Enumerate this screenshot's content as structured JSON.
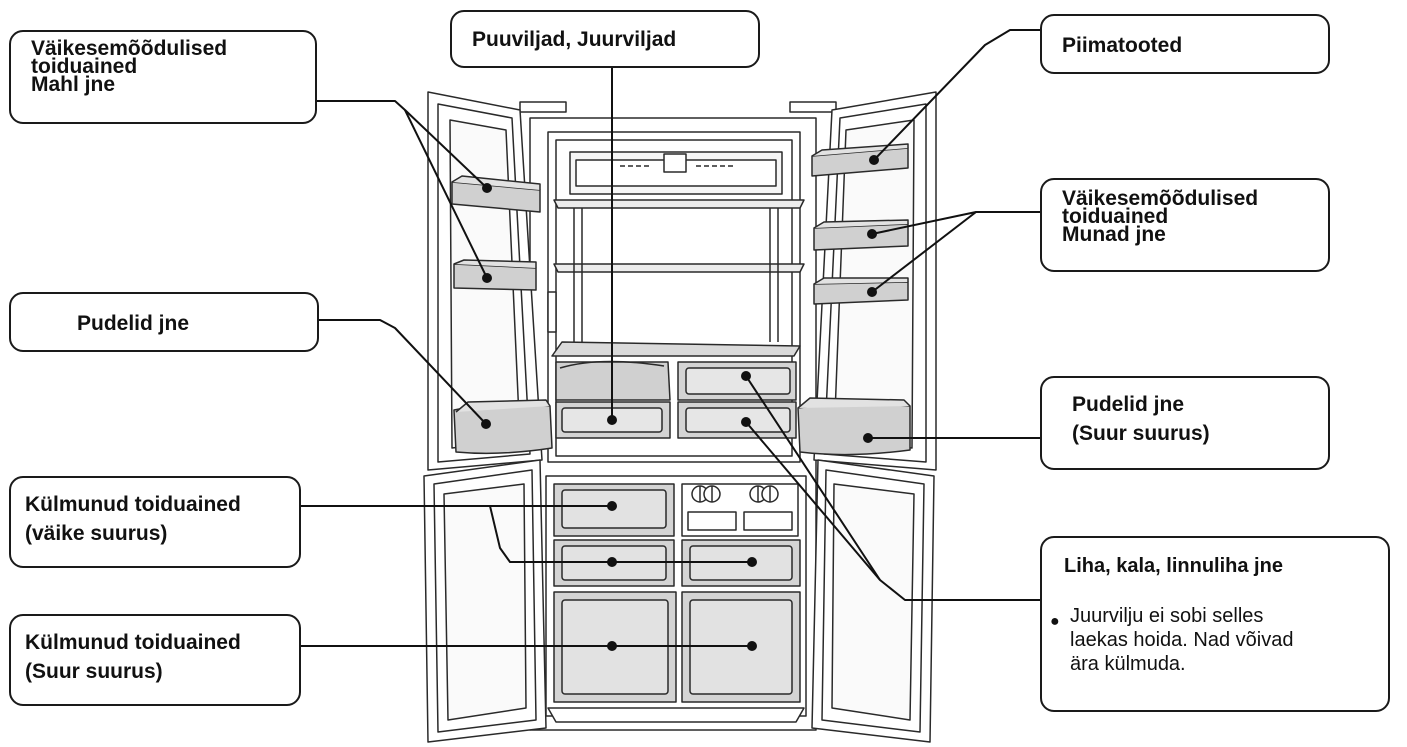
{
  "callouts": {
    "top_left": [
      "Väikesemõõdulised",
      "toiduained",
      "Mahl jne"
    ],
    "top_center": "Puuviljad, Juurviljad",
    "top_right": "Piimatooted",
    "mid_right": [
      "Väikesemõõdulised",
      "toiduained",
      "Munad jne"
    ],
    "left_bottles": "Pudelid jne",
    "right_bottles": [
      "Pudelid jne",
      "(Suur suurus)"
    ],
    "frozen_small": [
      "Külmunud toiduained",
      "(väike suurus)"
    ],
    "frozen_large": [
      "Külmunud toiduained",
      "(Suur suurus)"
    ],
    "meat": {
      "title": "Liha, kala, linnuliha jne",
      "bullet": "●",
      "note": [
        "Juurvilju ei sobi selles",
        "laekas hoida. Nad võivad",
        "ära külmuda."
      ]
    }
  }
}
